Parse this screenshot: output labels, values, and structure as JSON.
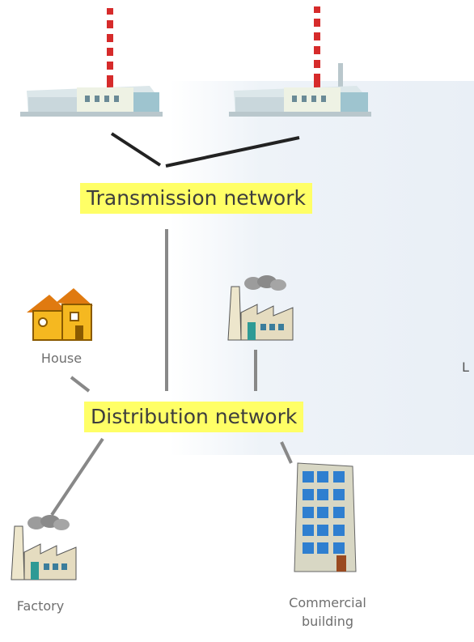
{
  "labels": {
    "transmission": "Transmission network",
    "distribution": "Distribution network",
    "house": "House",
    "factory": "Factory",
    "commercial_line1": "Commercial",
    "commercial_line2": "building",
    "edge_letter": "L"
  },
  "colors": {
    "label_highlight": "#ffff66",
    "label_text": "#3d3d3d",
    "caption_text": "#6f6f6f",
    "transmission_link": "#222222",
    "distribution_link": "#888888"
  },
  "icons": [
    "power-plant-icon",
    "power-plant-icon",
    "house-icon",
    "factory-icon",
    "factory-icon",
    "office-building-icon"
  ]
}
